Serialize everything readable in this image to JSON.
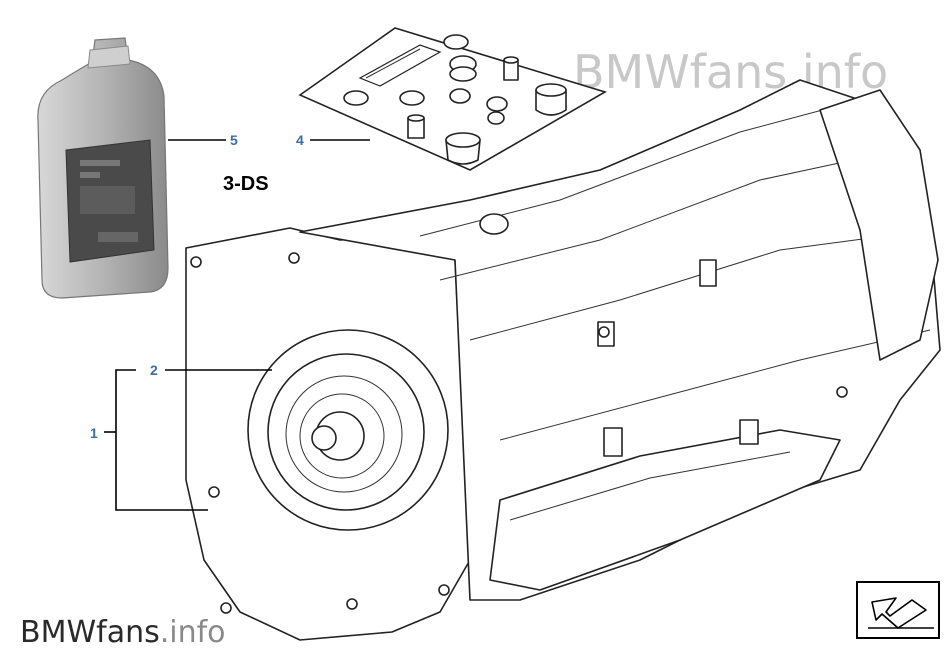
{
  "watermark_top": {
    "brand": "BMWfans",
    "suffix": ".info"
  },
  "watermark_bottom": {
    "brand": "BMWfans",
    "suffix": ".info"
  },
  "kit_label": "3-DS",
  "callouts": [
    {
      "id": "1",
      "label": "1"
    },
    {
      "id": "2",
      "label": "2"
    },
    {
      "id": "4",
      "label": "4"
    },
    {
      "id": "5",
      "label": "5"
    }
  ],
  "colors": {
    "callout": "#3a6ea5",
    "watermark_top": "#c8c8c8",
    "watermark_bottom_brand": "#2a2a2a",
    "watermark_bottom_suffix": "#8a8a8a",
    "bottle": "#9a9a9a"
  },
  "icons": [
    "oil-bottle-icon",
    "seal-kit-icon",
    "transmission-icon",
    "navigation-arrow-icon"
  ]
}
